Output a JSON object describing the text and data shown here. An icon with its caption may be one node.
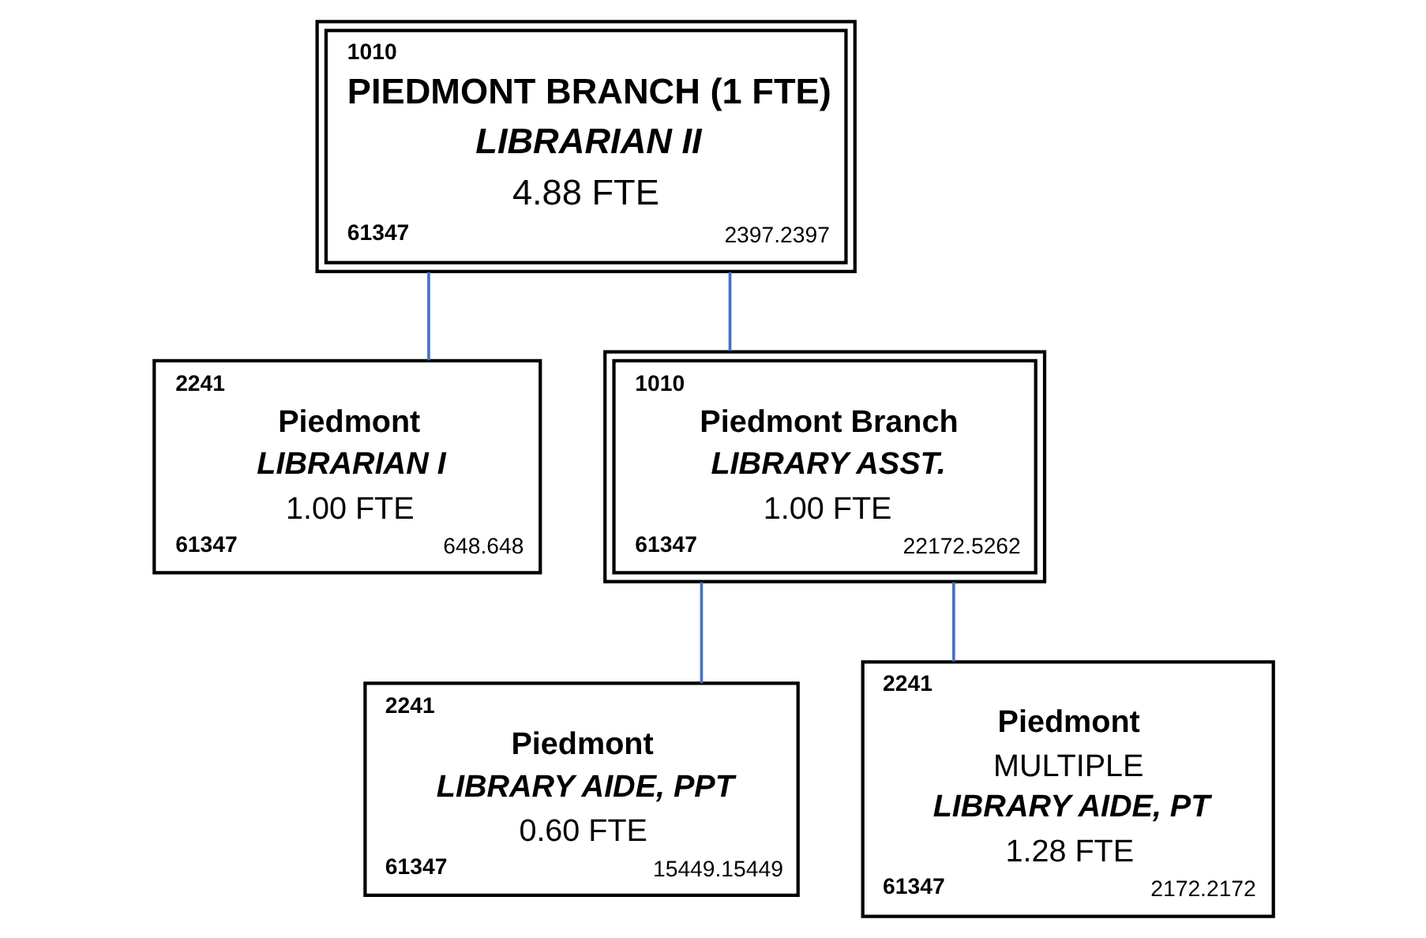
{
  "diagram": {
    "nodes": [
      {
        "text": [
          "1010",
          "PIEDMONT BRANCH (1 FTE)",
          "LIBRARIAN II",
          "4.88 FTE",
          "61347",
          "2397.2397"
        ]
      },
      {
        "text": [
          "2241",
          "Piedmont",
          "LIBRARIAN I",
          "1.00 FTE",
          "61347",
          "648.648"
        ]
      },
      {
        "text": [
          "1010",
          "Piedmont Branch",
          "LIBRARY ASST.",
          "1.00 FTE",
          "61347",
          "22172.5262"
        ]
      },
      {
        "text": [
          "2241",
          "Piedmont",
          "LIBRARY AIDE, PPT",
          "0.60 FTE",
          "61347",
          "15449.15449"
        ]
      },
      {
        "text": [
          "2241",
          "Piedmont",
          "MULTIPLE",
          "LIBRARY AIDE, PT",
          "1.28 FTE",
          "61347",
          "2172.2172"
        ]
      }
    ],
    "edges": [
      {
        "from": 0,
        "to": 1,
        "arrow": "none"
      },
      {
        "from": 0,
        "to": 2,
        "arrow": "none"
      },
      {
        "from": 2,
        "to": 3,
        "arrow": "none"
      },
      {
        "from": 2,
        "to": 4,
        "arrow": "none"
      }
    ]
  }
}
